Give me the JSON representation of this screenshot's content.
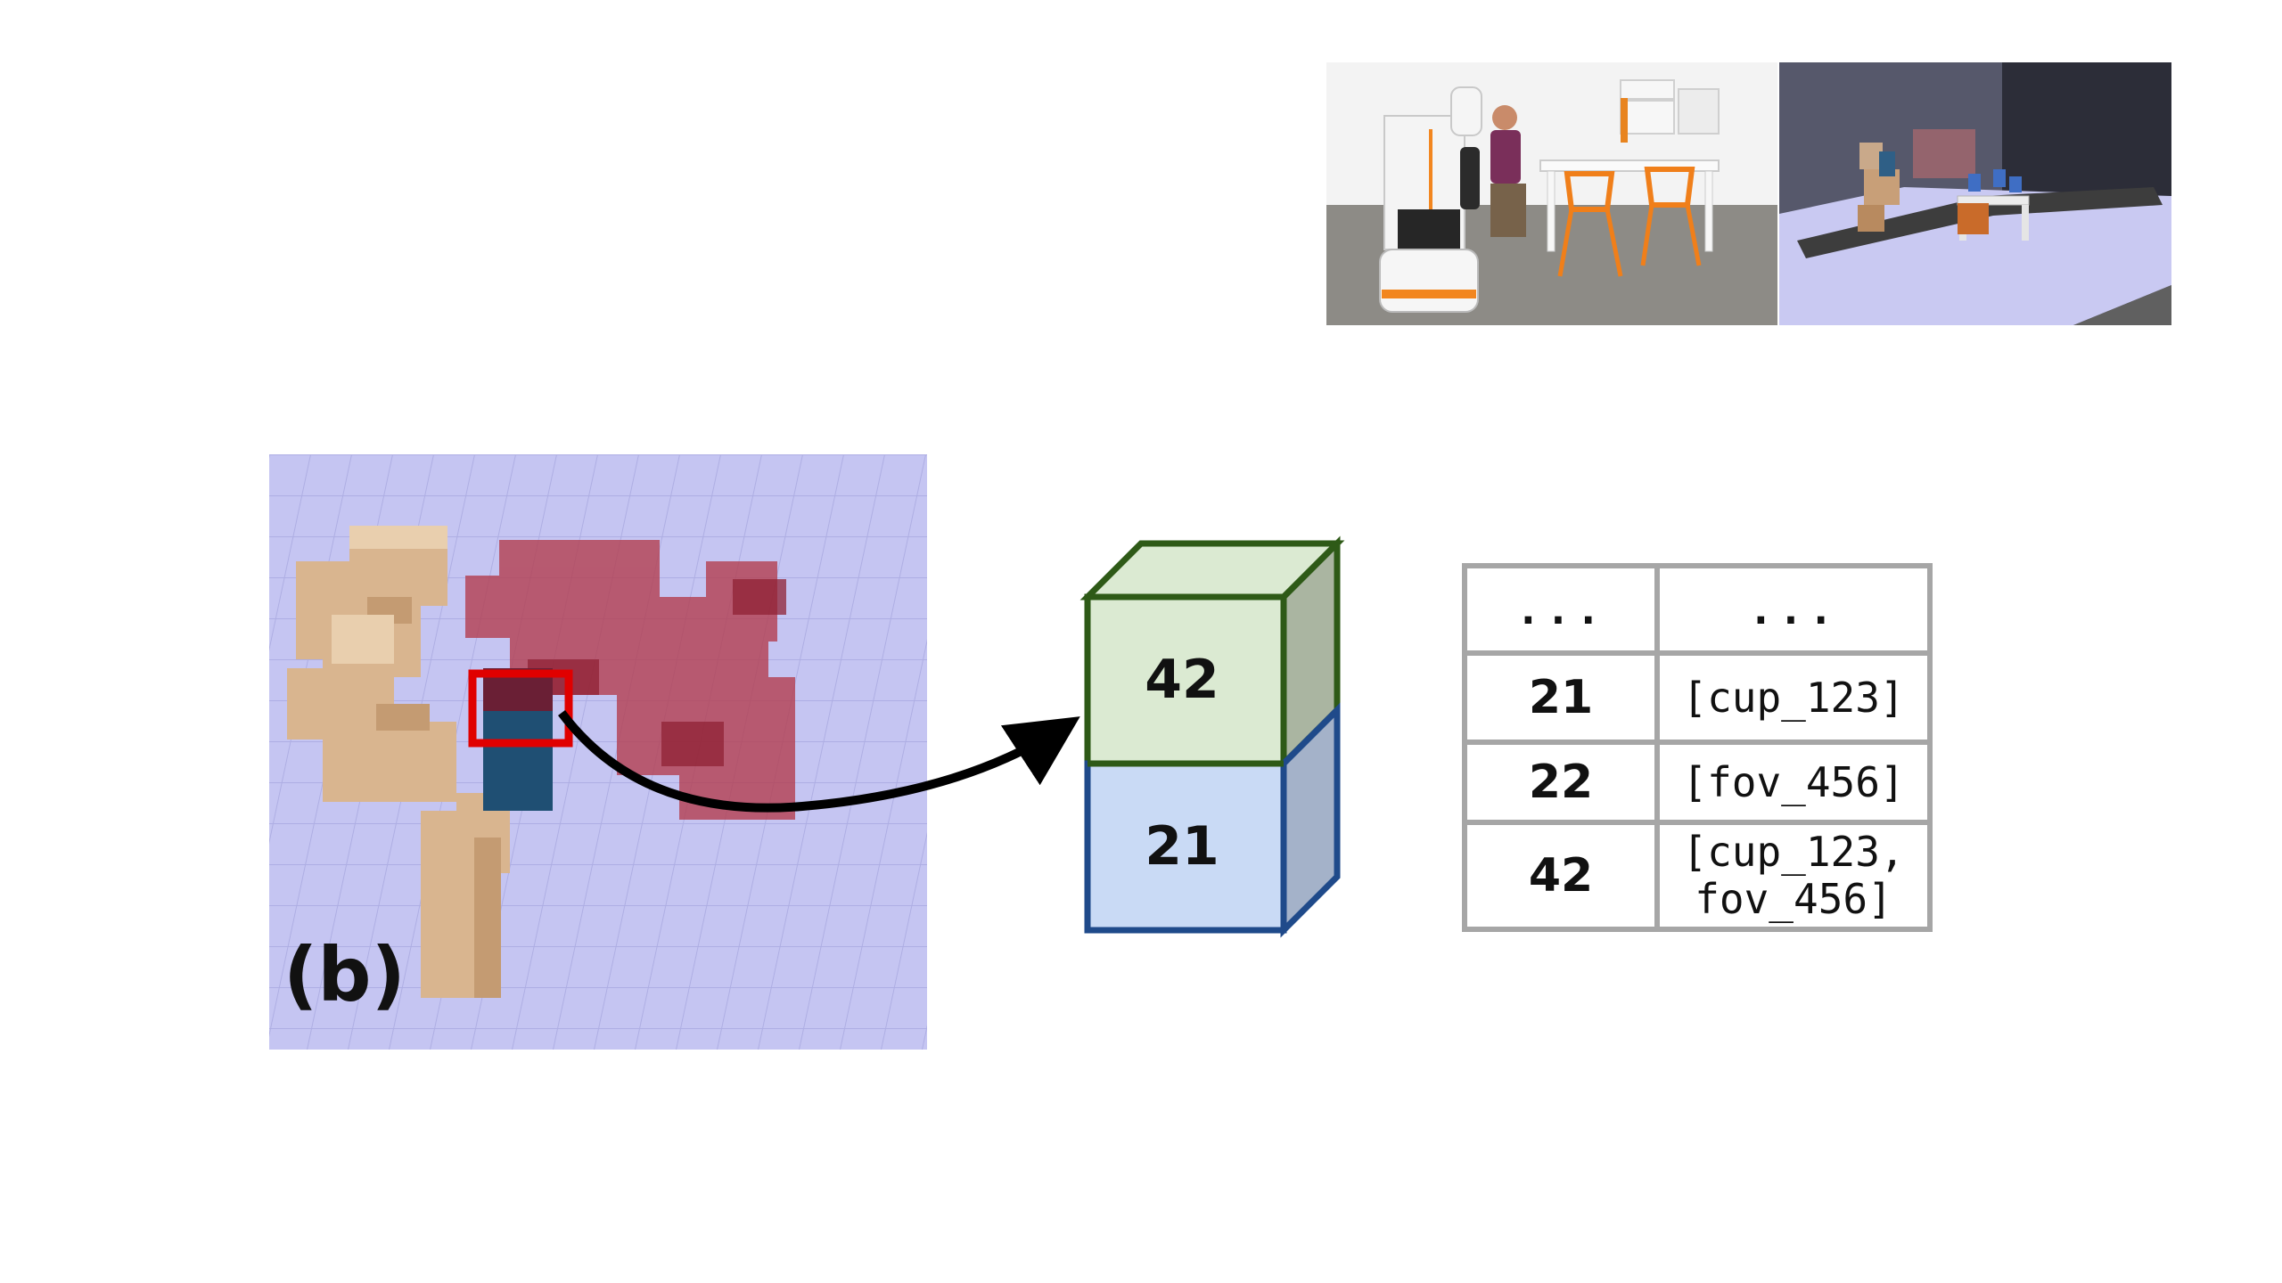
{
  "figure": {
    "panel_label": "(b)",
    "cube": {
      "top_value": "42",
      "bottom_value": "21",
      "top_face_color": "#dbead2",
      "top_stroke_color": "#2e5a17",
      "bottom_face_color": "#c9daf5",
      "bottom_stroke_color": "#1f4a8a"
    },
    "highlight_color": "#e00000",
    "table": {
      "header": [
        "...",
        "..."
      ],
      "rows": [
        {
          "key": "21",
          "value": "[cup_123]"
        },
        {
          "key": "22",
          "value": "[fov_456]"
        },
        {
          "key": "42",
          "value_line1": "[cup_123,",
          "value_line2": "fov_456]"
        }
      ]
    }
  }
}
